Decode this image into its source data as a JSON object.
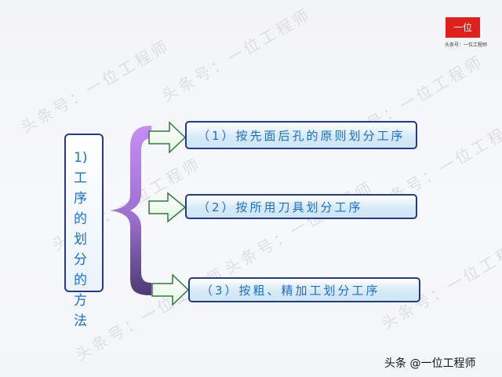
{
  "watermark": {
    "text": "头条号：一位工程师"
  },
  "logo": {
    "label": "一位",
    "caption": "头条号：一位工程师"
  },
  "colors": {
    "border": "#233b8c",
    "text": "#1b6fd2",
    "brace_top": "#c58ef4",
    "brace_bottom": "#4b3a73",
    "arrow_border": "#2e7d3a",
    "logo_red": "#e0201b"
  },
  "diagram": {
    "left_label": "1)工序的划分的方法",
    "items": [
      {
        "label": "（1）按先面后孔的原则划分工序"
      },
      {
        "label": "（2）按所用刀具划分工序"
      },
      {
        "label": "（3）按粗、精加工划分工序"
      }
    ]
  },
  "footer": {
    "text": "头条 @一位工程师"
  }
}
